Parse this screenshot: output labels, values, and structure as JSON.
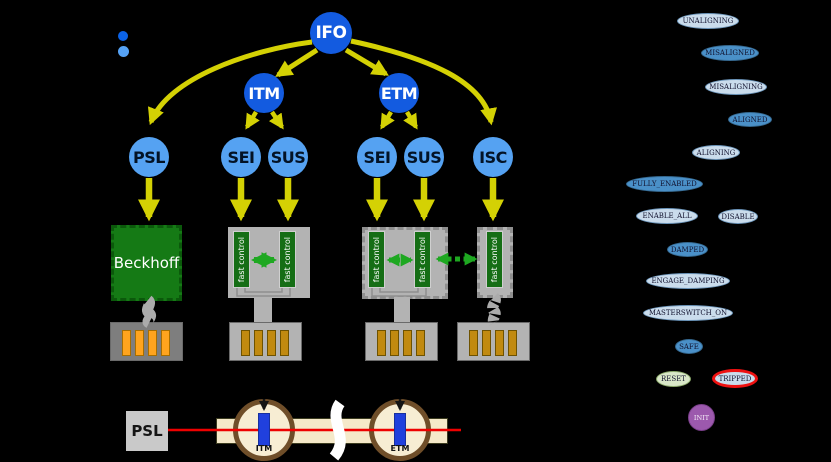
{
  "palette": {
    "arrow_yellow": "#d4d104",
    "arrow_green": "#1ea821",
    "beam_red": "#ee0000",
    "node_dark_blue": "#135be0",
    "node_light_blue": "#55a2f2",
    "hardware_green": "#157a15",
    "state_light_blue": "#cadcec",
    "state_medium_blue": "#4a90c8",
    "tripped_border_red": "#ee1111",
    "init_purple": "#9c59ad"
  },
  "legend": {
    "dot1_color": "#0b63e8",
    "dot2_color": "#55a2f5"
  },
  "tree": {
    "root": "IFO",
    "subsystems": {
      "itm": "ITM",
      "etm": "ETM"
    },
    "nodes": [
      "PSL",
      "SEI",
      "SUS",
      "SEI",
      "SUS",
      "ISC"
    ]
  },
  "hardware": {
    "beckhoff": "Beckhoff",
    "fast_control": "fast control"
  },
  "beamline": {
    "source": "PSL",
    "optic1": "ITM",
    "optic2": "ETM"
  },
  "states": [
    {
      "label": "UNALIGNING",
      "style": "light"
    },
    {
      "label": "MISALIGNED",
      "style": "medium"
    },
    {
      "label": "MISALIGNING",
      "style": "light"
    },
    {
      "label": "ALIGNED",
      "style": "medium"
    },
    {
      "label": "ALIGNING",
      "style": "light"
    },
    {
      "label": "FULLY_ENABLED",
      "style": "medium"
    },
    {
      "label": "ENABLE_ALL",
      "style": "light"
    },
    {
      "label": "DISABLE",
      "style": "light"
    },
    {
      "label": "DAMPED",
      "style": "medium"
    },
    {
      "label": "ENGAGE_DAMPING",
      "style": "light"
    },
    {
      "label": "MASTERSWITCH_ON",
      "style": "light"
    },
    {
      "label": "SAFE",
      "style": "medium"
    },
    {
      "label": "RESET",
      "style": "green"
    },
    {
      "label": "TRIPPED",
      "style": "tripped"
    },
    {
      "label": "INIT",
      "style": "purple"
    }
  ]
}
